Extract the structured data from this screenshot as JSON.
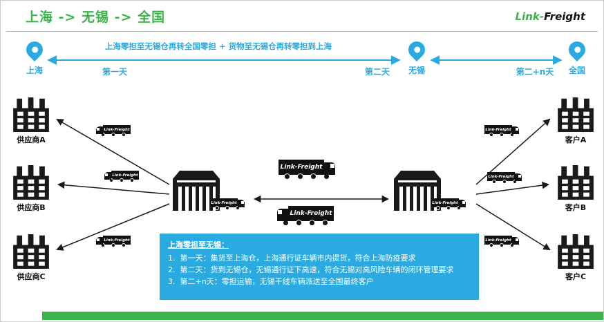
{
  "header": {
    "title": "上海 -> 无锡 -> 全国",
    "logo_green": "Link-",
    "logo_dark": "Freight"
  },
  "timeline": {
    "route_note": "上海零担至无锡仓再转全国零担 + 货物至无锡仓再转零担到上海",
    "stops": [
      {
        "label": "上海"
      },
      {
        "label": "无锡"
      },
      {
        "label": "全国"
      }
    ],
    "day_labels": [
      {
        "label": "第一天"
      },
      {
        "label": "第二天"
      },
      {
        "label": "第二+n天"
      }
    ]
  },
  "suppliers": [
    {
      "label": "供应商A"
    },
    {
      "label": "供应商B"
    },
    {
      "label": "供应商C"
    }
  ],
  "customers": [
    {
      "label": "客户A"
    },
    {
      "label": "客户B"
    },
    {
      "label": "客户C"
    }
  ],
  "truck_label": "Link-Freight",
  "info_box": {
    "title": "上海零担至无锡：",
    "items": [
      {
        "text": "1.  第一天：集货至上海仓，上海通行证车辆市内提货，符合上海防疫要求"
      },
      {
        "text": "2.  第二天：货到无锡仓，无锡通行证下高速，符合无锡对高风险车辆的闭环管理要求"
      },
      {
        "text": "3.  第二+n天：零担运输，无锡干线车辆派送至全国最终客户"
      }
    ]
  },
  "colors": {
    "green": "#3BB54A",
    "blue": "#29ABE2",
    "ink": "#111111"
  }
}
